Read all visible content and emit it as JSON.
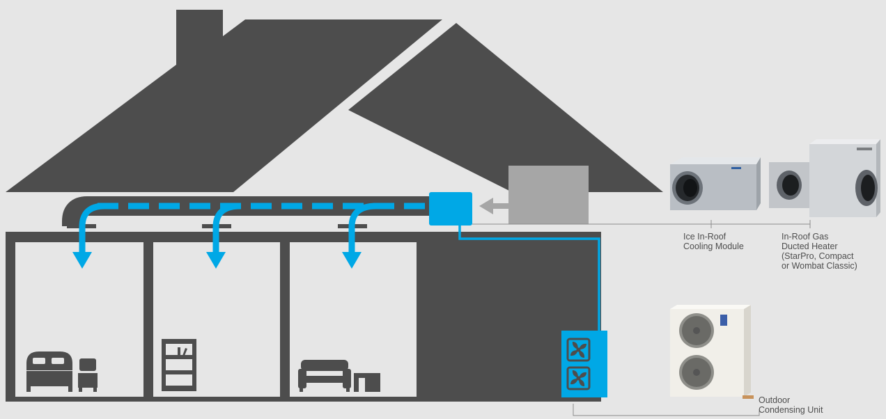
{
  "labels": {
    "cooling_module": "Ice In-Roof\nCooling Module",
    "gas_heater": "In-Roof Gas\nDucted Heater\n(StarPro, Compact\nor Wombat Classic)",
    "outdoor_unit": "Outdoor\nCondensing Unit"
  },
  "colors": {
    "background": "#e6e6e6",
    "house": "#4d4d4d",
    "accent_blue": "#00a8e6",
    "heater_grey": "#a6a6a6"
  },
  "icons": [
    "bed-icon",
    "bedside-table-icon",
    "bookshelf-icon",
    "sofa-icon",
    "side-table-icon",
    "fan-icon",
    "airflow-arrow-icon"
  ]
}
